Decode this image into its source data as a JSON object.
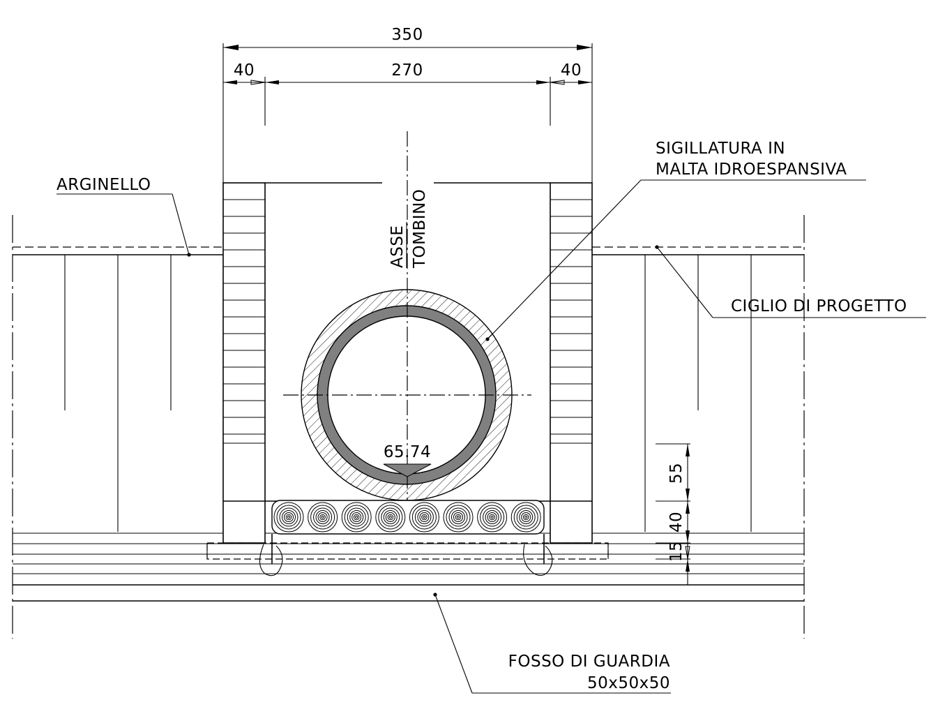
{
  "dimensions": {
    "overall": "350",
    "left": "40",
    "inner": "270",
    "right": "40",
    "height_55": "55",
    "height_40": "40",
    "height_15": "15"
  },
  "elevation": "65.74",
  "labels": {
    "arginello": "ARGINELLO",
    "sigillatura_line1": "SIGILLATURA IN",
    "sigillatura_line2": "MALTA IDROESPANSIVA",
    "ciglio": "CIGLIO DI PROGETTO",
    "asse_line1": "ASSE",
    "asse_line2": "TOMBINO",
    "fosso_line1": "FOSSO DI GUARDIA",
    "fosso_line2": "50x50x50"
  },
  "colors": {
    "line": "#000000",
    "pipe_ring": "#808080",
    "background": "#ffffff"
  }
}
